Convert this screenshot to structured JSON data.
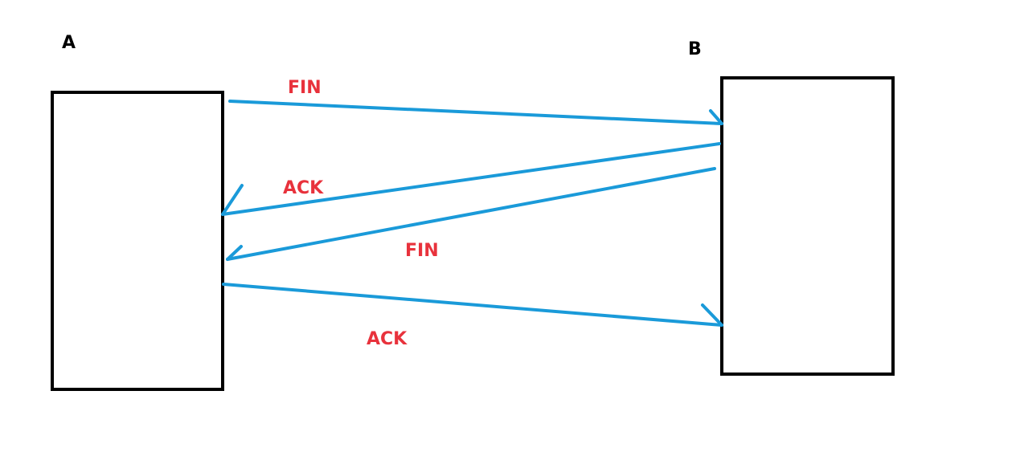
{
  "colors": {
    "box_stroke": "#000000",
    "arrow": "#1a9ad9",
    "message_label": "#e8323c"
  },
  "nodes": {
    "a": {
      "label": "A"
    },
    "b": {
      "label": "B"
    }
  },
  "messages": [
    {
      "label": "FIN",
      "from": "A",
      "to": "B"
    },
    {
      "label": "ACK",
      "from": "B",
      "to": "A"
    },
    {
      "label": "FIN",
      "from": "B",
      "to": "A"
    },
    {
      "label": "ACK",
      "from": "A",
      "to": "B"
    }
  ]
}
